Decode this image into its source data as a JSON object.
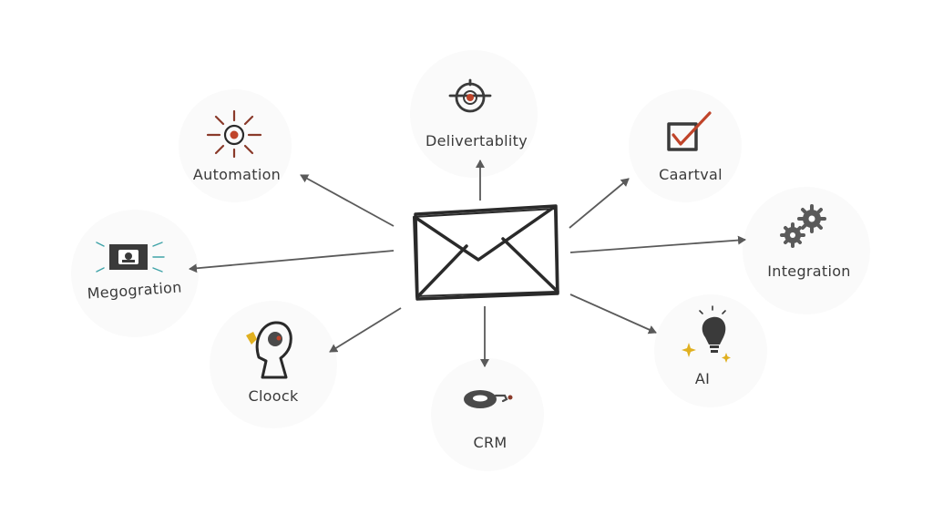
{
  "diagram": {
    "center": {
      "icon": "envelope-icon"
    },
    "nodes": [
      {
        "id": "automation",
        "label": "Automation",
        "icon": "sun-target-icon"
      },
      {
        "id": "deliverability",
        "label": "Delivertablity",
        "icon": "target-icon"
      },
      {
        "id": "cartival",
        "label": "Caartval",
        "icon": "checkbox-icon"
      },
      {
        "id": "integration",
        "label": "Integration",
        "icon": "gears-icon"
      },
      {
        "id": "ai",
        "label": "AI",
        "icon": "lightbulb-icon"
      },
      {
        "id": "crm",
        "label": "CRM",
        "icon": "ring-icon"
      },
      {
        "id": "clock",
        "label": "Cloock",
        "icon": "head-icon"
      },
      {
        "id": "megogration",
        "label": "Megogration",
        "icon": "banner-icon"
      }
    ]
  },
  "colors": {
    "ink": "#3a3a3a",
    "arrow": "#5a5a5a",
    "accent": "#c0442a",
    "accent_dark": "#8a3a2a",
    "spark": "#e0b020"
  }
}
